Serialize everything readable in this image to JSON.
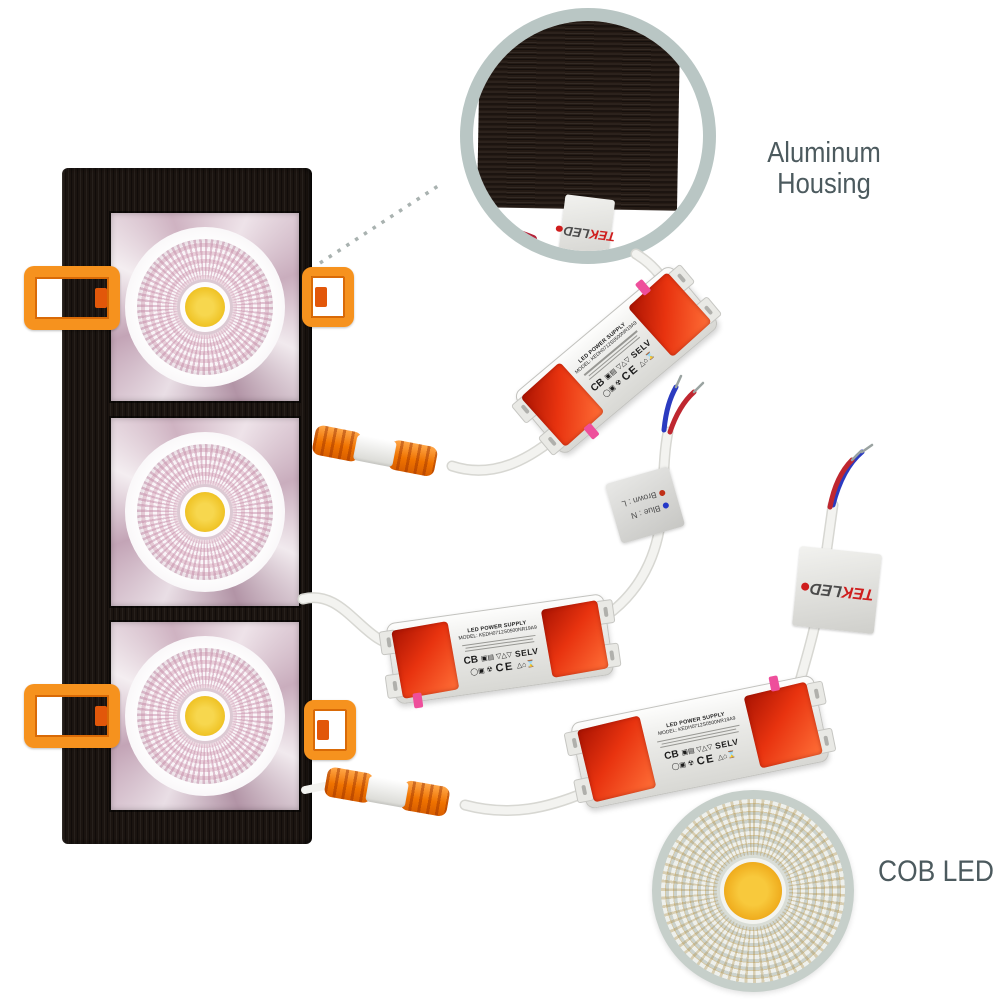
{
  "callouts": {
    "aluminum_line1": "Aluminum",
    "aluminum_line2": "Housing",
    "cob_led": "COB LED"
  },
  "brand": {
    "tek": "TEK",
    "led": "LED"
  },
  "psu": {
    "title": "LED POWER SUPPLY",
    "model": "MODEL: KEDH0712S0500NR19A9",
    "marks": {
      "cb": "CB",
      "row1": "▣▤ ▽△▽",
      "selv": "SELV",
      "row2a": "◯▣ ☢",
      "ce": "CE",
      "row2b": "△⌂⌛"
    }
  },
  "cable_tag": {
    "line1": "Blue : N",
    "line2": "Brown : L"
  },
  "colors": {
    "clip_orange": "#f6921e",
    "psu_label_red": "#e8330f",
    "pink_tab": "#ee4f9b",
    "callout_text": "#4c5a5e",
    "magnifier_ring": "#b9c6c4",
    "brand_red": "#cf1d1d",
    "cob_yellow": "#eec01f",
    "wire_blue": "#2438c8",
    "wire_red": "#c03018",
    "housing_black": "#1b1410"
  }
}
